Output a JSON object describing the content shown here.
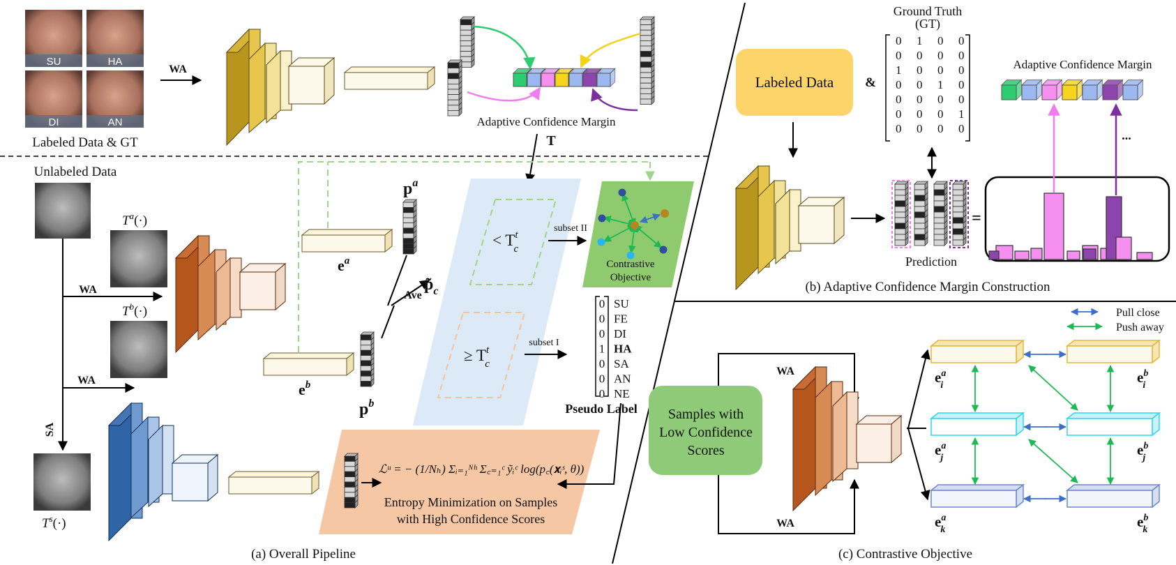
{
  "labels": {
    "wa": "WA",
    "sa": "SA",
    "ave": "Ave",
    "t_bold": "T",
    "amp": "&",
    "dots": "...",
    "eq": "="
  },
  "overall": {
    "caption": "(a) Overall Pipeline",
    "labeled_data_gt": "Labeled Data & GT",
    "unlabeled_data": "Unlabeled Data",
    "face_labels": [
      "SU",
      "HA",
      "DI",
      "AN"
    ],
    "acm_label": "Adaptive Confidence Margin",
    "ta": "T",
    "ta_sup": "a",
    "tb": "T",
    "tb_sup": "b",
    "ts": "T",
    "ts_sup": "s",
    "paren": "(·)",
    "ea_e": "e",
    "ea_sup": "a",
    "eb_e": "e",
    "eb_sup": "b",
    "pa_p": "p",
    "pa_sup": "a",
    "pb_p": "p",
    "pb_sup": "b",
    "pc_tilde": "p̃",
    "pc_sub": "c",
    "lt_threshold": "< T",
    "ge_threshold": "≥ T",
    "thr_sub": "c",
    "thr_sup": "t",
    "subset_ii": "subset II",
    "subset_i": "subset I",
    "contrastive_objective_1": "Contrastive",
    "contrastive_objective_2": "Objective",
    "pseudo_label": "Pseudo Label",
    "pseudo_values": [
      "0",
      "0",
      "0",
      "1",
      "0",
      "0",
      "0"
    ],
    "emotion_classes": [
      "SU",
      "FE",
      "DI",
      "HA",
      "SA",
      "AN",
      "NE"
    ],
    "highlight_class": "HA",
    "loss_formula": "ℒᵘ = − (1/Nₕ) Σᵢ₌₁ᴺʰ Σ꜀₌₁ᶜ ỹᵢᶜ log(p꜀(𝐱ᵢˢ, θ))",
    "entropy_line1": "Entropy Minimization on Samples",
    "entropy_line2": "with High Confidence Scores"
  },
  "acm_construction": {
    "caption": "(b) Adaptive Confidence Margin Construction",
    "labeled_data": "Labeled Data",
    "gt_title_1": "Ground Truth",
    "gt_title_2": "(GT)",
    "gt_matrix": [
      [
        "0",
        "1",
        "0",
        "0"
      ],
      [
        "0",
        "0",
        "0",
        "0"
      ],
      [
        "1",
        "0",
        "0",
        "0"
      ],
      [
        "0",
        "0",
        "1",
        "0"
      ],
      [
        "0",
        "0",
        "0",
        "0"
      ],
      [
        "0",
        "0",
        "0",
        "1"
      ],
      [
        "0",
        "0",
        "0",
        "0"
      ]
    ],
    "acm_title": "Adaptive Confidence Margin",
    "prediction": "Prediction"
  },
  "contrastive": {
    "caption": "(c) Contrastive Objective",
    "samples_line1": "Samples with",
    "samples_line2": "Low Confidence",
    "samples_line3": "Scores",
    "pull_close": "Pull close",
    "push_away": "Push away",
    "emb_e": "e",
    "emb_rows": [
      {
        "sub": "i",
        "left_sup": "a",
        "right_sup": "b"
      },
      {
        "sub": "j",
        "left_sup": "a",
        "right_sup": "b"
      },
      {
        "sub": "k",
        "left_sup": "a",
        "right_sup": "b"
      }
    ]
  },
  "colors": {
    "yellow_net": [
      "#b8961e",
      "#e6c64d",
      "#f3e39a",
      "#faf2cc",
      "#fdf9ea"
    ],
    "orange_net": [
      "#b5561d",
      "#d88a55",
      "#ecbb96",
      "#f6dcc7",
      "#fbefe6"
    ],
    "blue_net": [
      "#2f64a6",
      "#6f9ad0",
      "#a9c4e6",
      "#d4e3f4",
      "#eef4fb"
    ],
    "acm_cells": [
      "#2ecc71",
      "#9bb8f0",
      "#f590f0",
      "#f7d51d",
      "#9bb8f0",
      "#8e44ad",
      "#9bb8f0"
    ],
    "blue_panel": "#dce9f6",
    "green_panel": "#8fca6e",
    "salmon_panel": "#f6c7a4",
    "labeled_box": "#fdd46a",
    "samples_box": "#8fca78",
    "pink": "#f07cf0",
    "purple": "#7b2f9e",
    "red": "#e02020"
  }
}
